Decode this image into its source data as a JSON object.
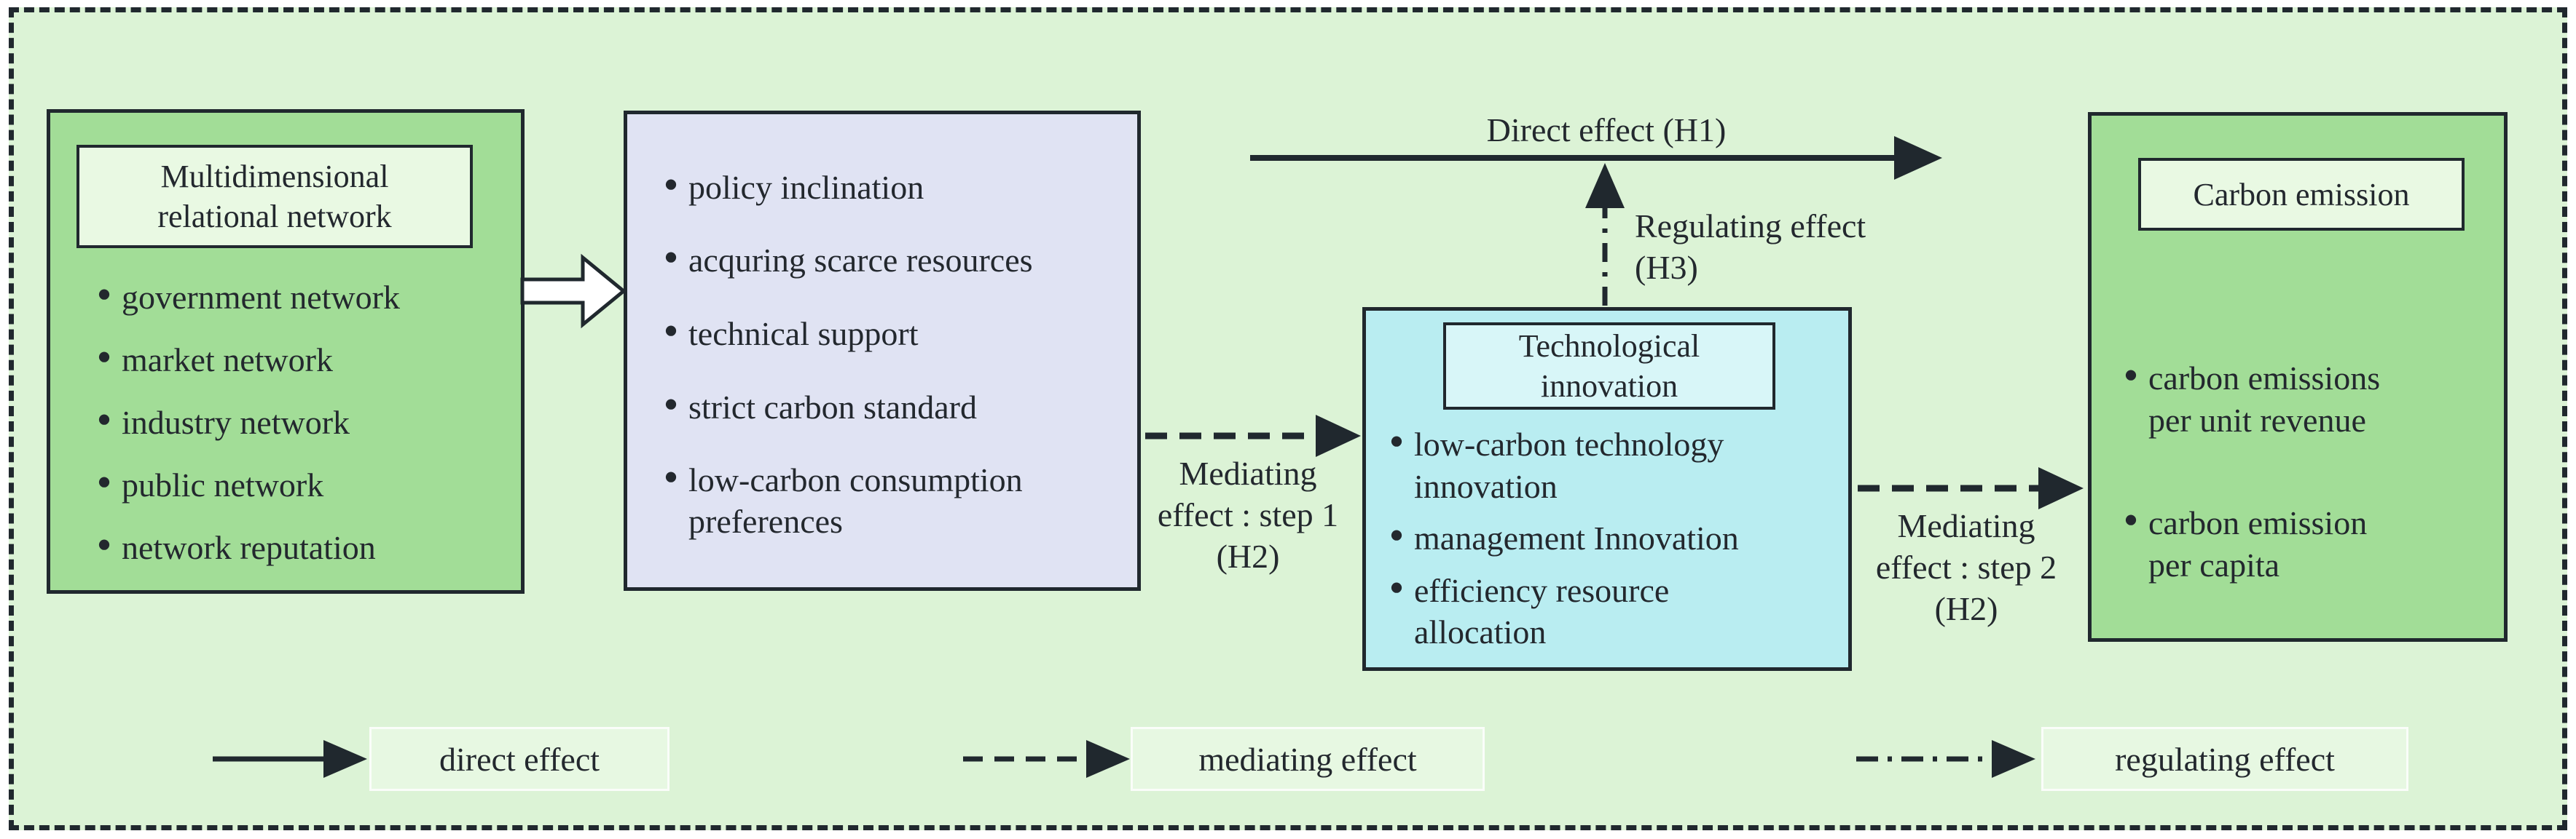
{
  "colors": {
    "ink": "#20282e",
    "bg": "#dcf3d6",
    "green": "#a2dd97",
    "green_light": "#e9f9e3",
    "lavender": "#e0e3f3",
    "cyan": "#b9edf1",
    "cyan_light": "#d8f6f8",
    "text": "#23282e",
    "legend_bg": "#e7f8e2",
    "legend_border": "#fafdf9"
  },
  "boxes": {
    "network": {
      "title_lines": [
        "Multidimensional",
        "relational network"
      ],
      "items": [
        [
          "government network"
        ],
        [
          "market network"
        ],
        [
          "industry network"
        ],
        [
          "public network"
        ],
        [
          "network reputation"
        ]
      ]
    },
    "mediators": {
      "items": [
        [
          "policy inclination"
        ],
        [
          "acquring scarce resources"
        ],
        [
          "technical support"
        ],
        [
          "strict carbon standard"
        ],
        [
          "low-carbon consumption",
          "preferences"
        ]
      ]
    },
    "innovation": {
      "title_lines": [
        "Technological",
        "innovation"
      ],
      "items": [
        [
          "low-carbon technology",
          "innovation"
        ],
        [
          "management Innovation"
        ],
        [
          "efficiency resource",
          "allocation"
        ]
      ]
    },
    "emission": {
      "title": "Carbon emission",
      "items": [
        [
          "carbon emissions",
          "per unit revenue"
        ],
        [
          "carbon emission",
          "per capita"
        ]
      ]
    }
  },
  "labels": {
    "direct": "Direct effect (H1)",
    "regulating_lines": [
      "Regulating effect",
      "(H3)"
    ],
    "mediating1_lines": [
      "Mediating",
      "effect : step 1",
      "(H2)"
    ],
    "mediating2_lines": [
      "Mediating",
      "effect : step 2",
      "(H2)"
    ]
  },
  "legend": {
    "direct_label": "direct effect",
    "mediating_label": "mediating effect",
    "regulating_label": "regulating effect"
  }
}
